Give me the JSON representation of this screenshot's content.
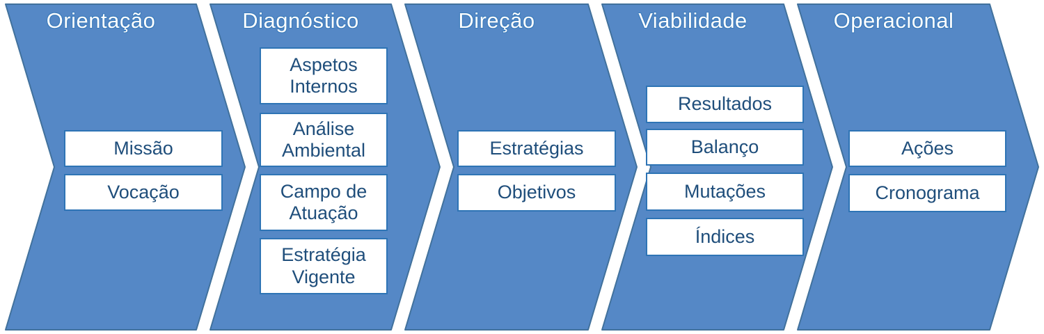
{
  "diagram": {
    "type": "process-flow-chevrons",
    "direction": "left-to-right"
  },
  "colors": {
    "chevron_fill": "#5588C6",
    "chevron_stroke": "#41719C",
    "box_border": "#2E74B5",
    "box_text": "#1F4E7B",
    "title_text": "#FFFFFF"
  },
  "stages": [
    {
      "title": "Orientação",
      "items": [
        "Missão",
        "Vocação"
      ]
    },
    {
      "title": "Diagnóstico",
      "items": [
        "Aspetos Internos",
        "Análise Ambiental",
        "Campo de Atuação",
        "Estratégia Vigente"
      ]
    },
    {
      "title": "Direção",
      "items": [
        "Estratégias",
        "Objetivos"
      ]
    },
    {
      "title": "Viabilidade",
      "items": [
        "Resultados",
        "Balanço",
        "Mutações",
        "Índices"
      ]
    },
    {
      "title": "Operacional",
      "items": [
        "Ações",
        "Cronograma"
      ]
    }
  ]
}
